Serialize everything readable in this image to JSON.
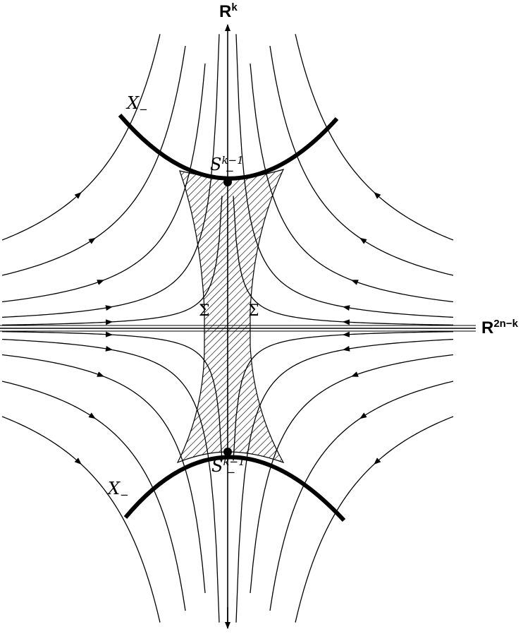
{
  "labels": {
    "vertical_axis": "R",
    "vertical_axis_sup": "k",
    "horizontal_axis": "R",
    "horizontal_axis_sup": "2n−k",
    "x_minus_top": "X",
    "x_minus_top_sub": "−",
    "x_minus_bottom": "X",
    "x_minus_bottom_sub": "−",
    "sphere_top": "S",
    "sphere_top_sup": "k−1",
    "sphere_top_sub": "−",
    "sphere_bottom": "S",
    "sphere_bottom_sup": "k−1",
    "sphere_bottom_sub": "−",
    "sigma_left": "Σ",
    "sigma_right": "Σ"
  },
  "colors": {
    "ink": "#000000",
    "paper": "#ffffff"
  }
}
